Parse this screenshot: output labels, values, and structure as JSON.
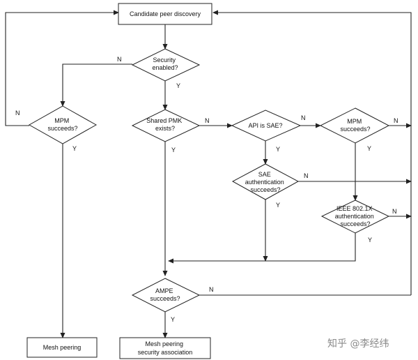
{
  "nodes": {
    "candidate": "Candidate peer discovery",
    "security": [
      "Security",
      "enabled?"
    ],
    "mpm_left": [
      "MPM",
      "succeeds?"
    ],
    "shared_pmk": [
      "Shared PMK",
      "exists?"
    ],
    "api_sae": "API is SAE?",
    "mpm_right": [
      "MPM",
      "succeeds?"
    ],
    "sae_auth": [
      "SAE",
      "authentication",
      "succeeds?"
    ],
    "ieee_auth": [
      "IEEE 802.1X",
      "authentication",
      "succeeds?"
    ],
    "ampe": [
      "AMPE",
      "succeeds?"
    ],
    "mesh_peering": "Mesh peering",
    "mesh_sa": [
      "Mesh peering",
      "security association"
    ]
  },
  "edge_labels": {
    "yes": "Y",
    "no": "N"
  },
  "watermark": "知乎 @李经纬"
}
